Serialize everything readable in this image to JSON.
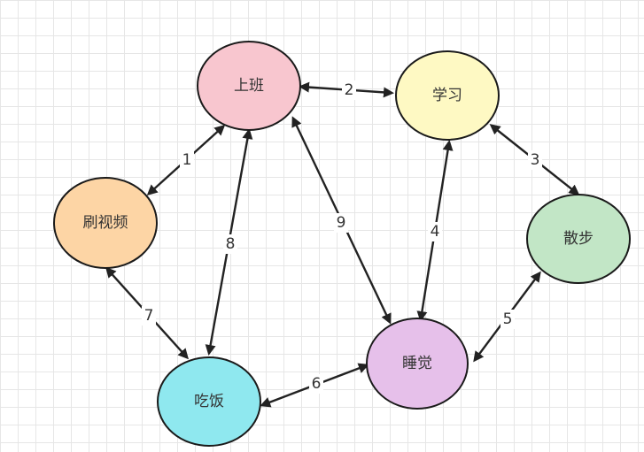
{
  "nodes": [
    {
      "id": "work",
      "label": "上班",
      "color": "#f8c6cf"
    },
    {
      "id": "study",
      "label": "学习",
      "color": "#fef9c3"
    },
    {
      "id": "walk",
      "label": "散步",
      "color": "#c2e6c6"
    },
    {
      "id": "sleep",
      "label": "睡觉",
      "color": "#e6c0ea"
    },
    {
      "id": "eat",
      "label": "吃饭",
      "color": "#8fe8ef"
    },
    {
      "id": "video",
      "label": "刷视频",
      "color": "#fdd5a5"
    }
  ],
  "edges": [
    {
      "from": "video",
      "to": "work",
      "label": "1"
    },
    {
      "from": "work",
      "to": "study",
      "label": "2"
    },
    {
      "from": "study",
      "to": "walk",
      "label": "3"
    },
    {
      "from": "study",
      "to": "sleep",
      "label": "4"
    },
    {
      "from": "walk",
      "to": "sleep",
      "label": "5"
    },
    {
      "from": "eat",
      "to": "sleep",
      "label": "6"
    },
    {
      "from": "video",
      "to": "eat",
      "label": "7"
    },
    {
      "from": "work",
      "to": "eat",
      "label": "8"
    },
    {
      "from": "work",
      "to": "sleep",
      "label": "9"
    }
  ]
}
